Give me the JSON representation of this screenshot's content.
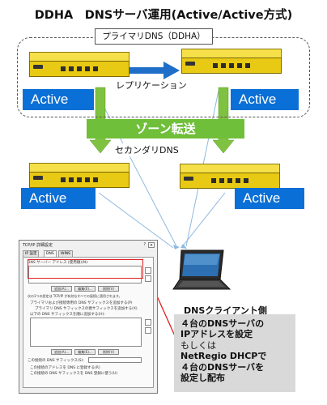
{
  "title": "DDHA　DNSサーバ運用(Active/Active方式)",
  "primary_label": "プライマリDNS（DDHA）",
  "replication_label": "レプリケーション",
  "zone_transfer_label": "ゾーン転送",
  "secondary_label": "セカンダリDNS",
  "active_label": "Active",
  "colors": {
    "active_bg": "#0a6fd6",
    "zone_bg": "#6fbf3a",
    "server_yellow": "#e8c913",
    "arrow_green": "#7fc241",
    "arrow_blue": "#1f6fc8",
    "line_lightblue": "#8fb9df",
    "red": "#e02020"
  },
  "dialog": {
    "title": "TCP/IP 詳細設定",
    "tabs": [
      "IP 設定",
      "DNS",
      "WINS"
    ],
    "dns_list_label": "DNS サーバー アドレス (使用順)(N):",
    "buttons": [
      "追加(A)...",
      "編集(E)...",
      "削除(V)"
    ],
    "desc_text": "次の3つの設定は TCP/IP が有効なすべての接続に適用されます。",
    "radio_1": "プライマリおよび接続専用の DNS サフィックスを追加する(P)",
    "check_1": "プライマリ DNS サフィックスの親サフィックスを追加する(X)",
    "radio_2": "以下の DNS サフィックスを順に追加する(H):",
    "suffix_label": "この接続の DNS サフィックス(S):",
    "check_2": "この接続のアドレスを DNS に登録する(R)",
    "check_3": "この接続の DNS サフィックスを DNS 登録に使う(U)",
    "close": "×",
    "help": "?"
  },
  "client_label": "DNSクライアント側",
  "note_lines": [
    "４台のDNSサーバの",
    "IPアドレスを設定",
    "もしくは",
    "NetRegio DHCPで",
    "４台のDNSサーバを",
    "設定し配布"
  ]
}
